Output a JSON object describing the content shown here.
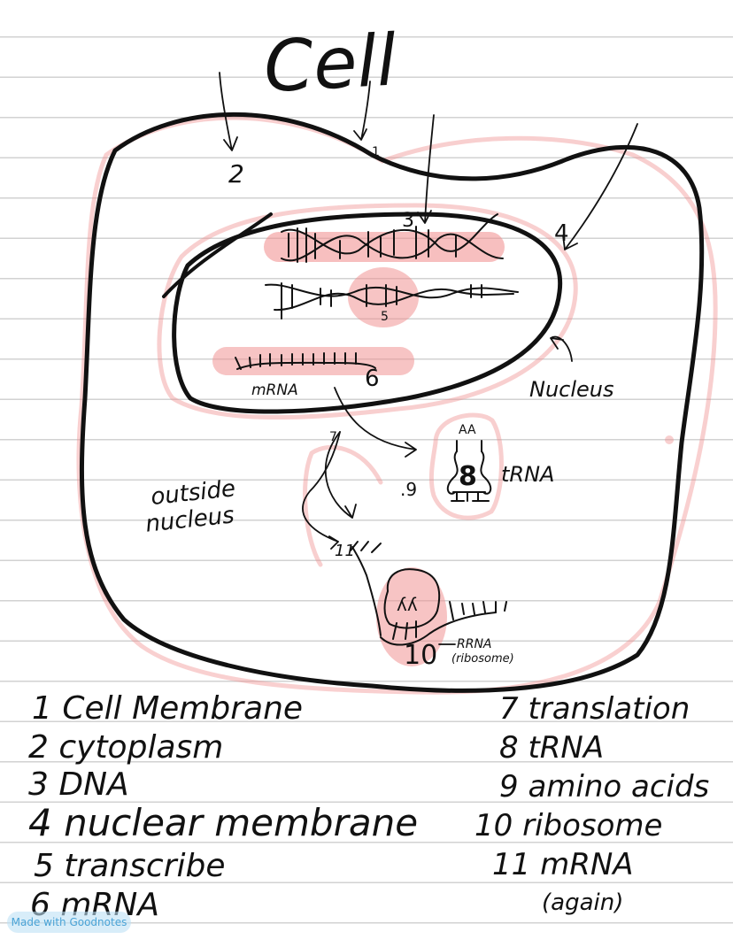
{
  "title": "Cell",
  "labels": {
    "n1": "1",
    "n2": "2",
    "n3": "3",
    "n4": "4",
    "n5": "5",
    "n6": "6",
    "n7": "7",
    "n8": "8",
    "n9": ".9",
    "n10": "10",
    "n11": "11",
    "aa": "AA",
    "mrna": "mRNA",
    "trna": "tRNA",
    "nucleus": "Nucleus",
    "outside_line1": "outside",
    "outside_line2": "nucleus",
    "rrna_line1": "RRNA",
    "rrna_line2": "(ribosome)"
  },
  "legend_left": [
    "1 Cell Membrane",
    "2 cytoplasm",
    "3 DNA",
    "4 nuclear membrane",
    "5 transcribe",
    "6 mRNA"
  ],
  "legend_right": [
    "7 translation",
    "8 tRNA",
    "9 amino acids",
    "10 ribosome",
    "11 mRNA",
    "(again)"
  ],
  "watermark": "Made with Goodnotes",
  "colors": {
    "ink": "#111111",
    "highlight": "#f08a8a",
    "line": "#d2d2d2"
  }
}
